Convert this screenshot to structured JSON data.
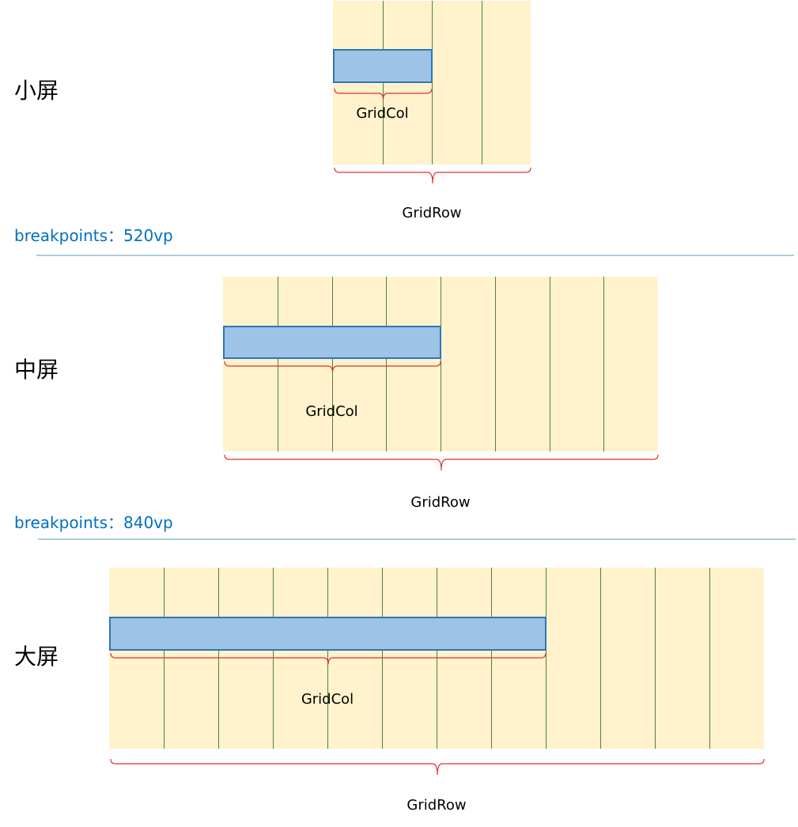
{
  "colors": {
    "row_fill": "#fff2cc",
    "column_line": "#548235",
    "col_fill": "#9dc3e6",
    "col_stroke": "#2e75b6",
    "brace": "#e03030",
    "breakpoint_text": "#0070c0",
    "separator": "#5b9bb5"
  },
  "sections": [
    {
      "id": "small",
      "screen_label": "小屏",
      "columns": 4,
      "gridcol_span": 2,
      "gridcol_label": "GridCol",
      "gridrow_label": "GridRow"
    },
    {
      "id": "medium",
      "screen_label": "中屏",
      "columns": 8,
      "gridcol_span": 4,
      "gridcol_label": "GridCol",
      "gridrow_label": "GridRow"
    },
    {
      "id": "large",
      "screen_label": "大屏",
      "columns": 12,
      "gridcol_span": 8,
      "gridcol_label": "GridCol",
      "gridrow_label": "GridRow"
    }
  ],
  "breakpoints": [
    {
      "label": "breakpoints：520vp"
    },
    {
      "label": "breakpoints：840vp"
    }
  ]
}
